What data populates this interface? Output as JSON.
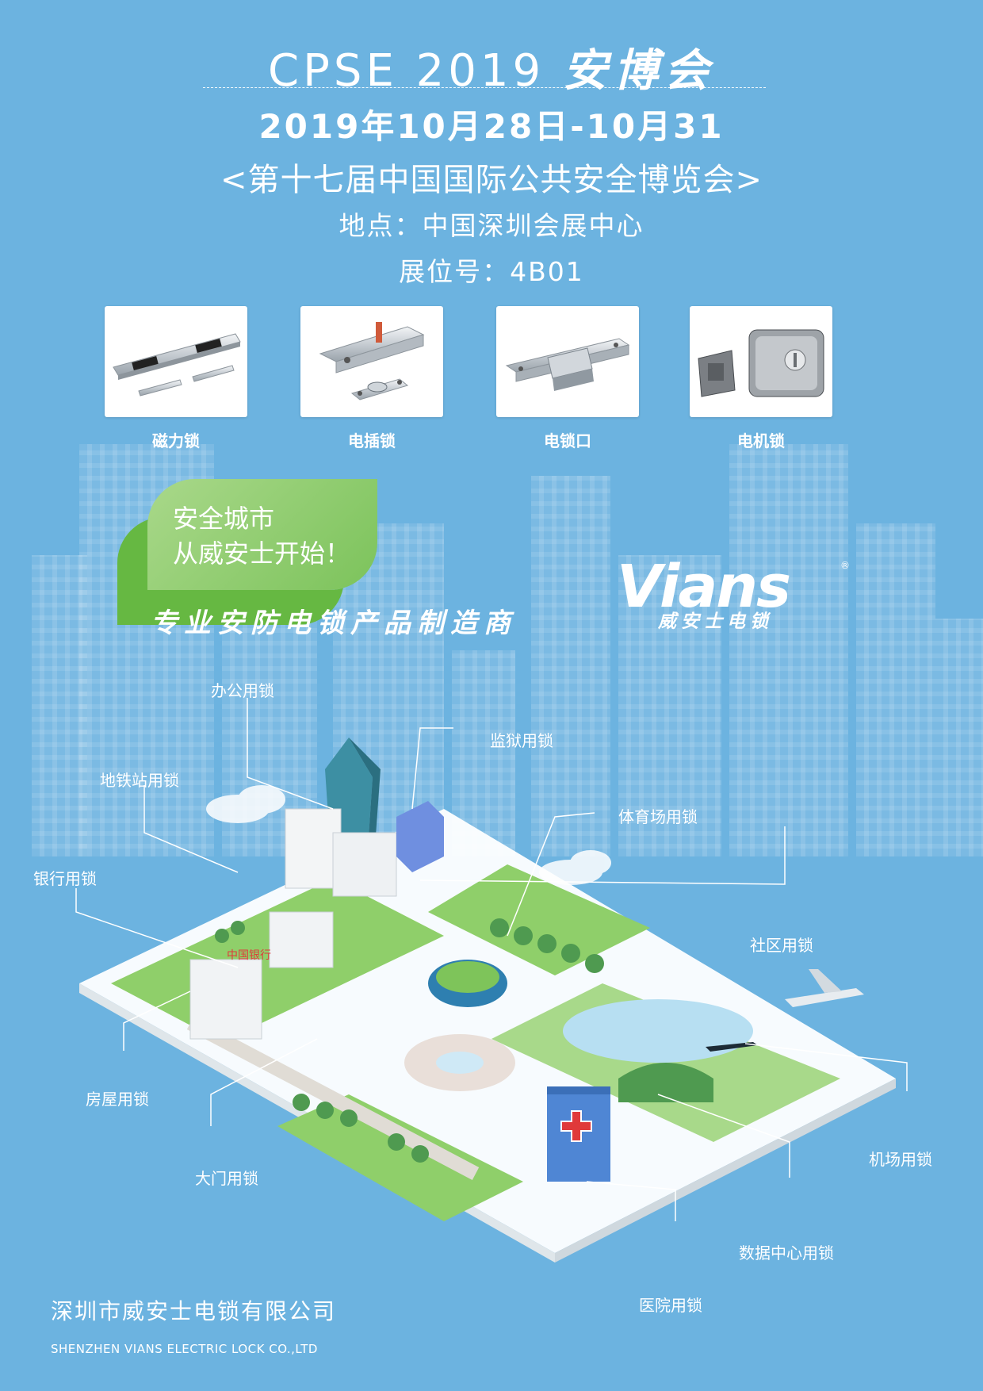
{
  "header": {
    "title_latin": "CPSE 2019",
    "title_cn": "安博会",
    "dates": "2019年10月28日-10月31",
    "expo_name": "<第十七届中国国际公共安全博览会>",
    "venue": "地点：中国深圳会展中心",
    "booth": "展位号：4B01"
  },
  "products": [
    {
      "name": "磁力锁",
      "icon": "magnetic-lock-icon"
    },
    {
      "name": "电插锁",
      "icon": "electric-bolt-lock-icon"
    },
    {
      "name": "电锁口",
      "icon": "electric-strike-icon"
    },
    {
      "name": "电机锁",
      "icon": "motor-lock-icon"
    }
  ],
  "slogan": {
    "line1": "安全城市",
    "line2": "从威安士开始！",
    "tagline": "专业安防电锁产品制造商"
  },
  "brand": {
    "logo": "Vians",
    "registered": "®",
    "subtitle": "威安士电锁"
  },
  "map_labels": {
    "office": "办公用锁",
    "prison": "监狱用锁",
    "subway": "地铁站用锁",
    "stadium": "体育场用锁",
    "bank": "银行用锁",
    "community": "社区用锁",
    "bank_sign": "中国银行",
    "house": "房屋用锁",
    "airport": "机场用锁",
    "gate": "大门用锁",
    "datacenter": "数据中心用锁",
    "hospital": "医院用锁"
  },
  "footer": {
    "company_cn": "深圳市威安士电锁有限公司",
    "company_en": "SHENZHEN VIANS ELECTRIC LOCK CO.,LTD"
  },
  "colors": {
    "background": "#6cb3e0",
    "accent_green": "#7cc35b",
    "text": "#ffffff"
  }
}
